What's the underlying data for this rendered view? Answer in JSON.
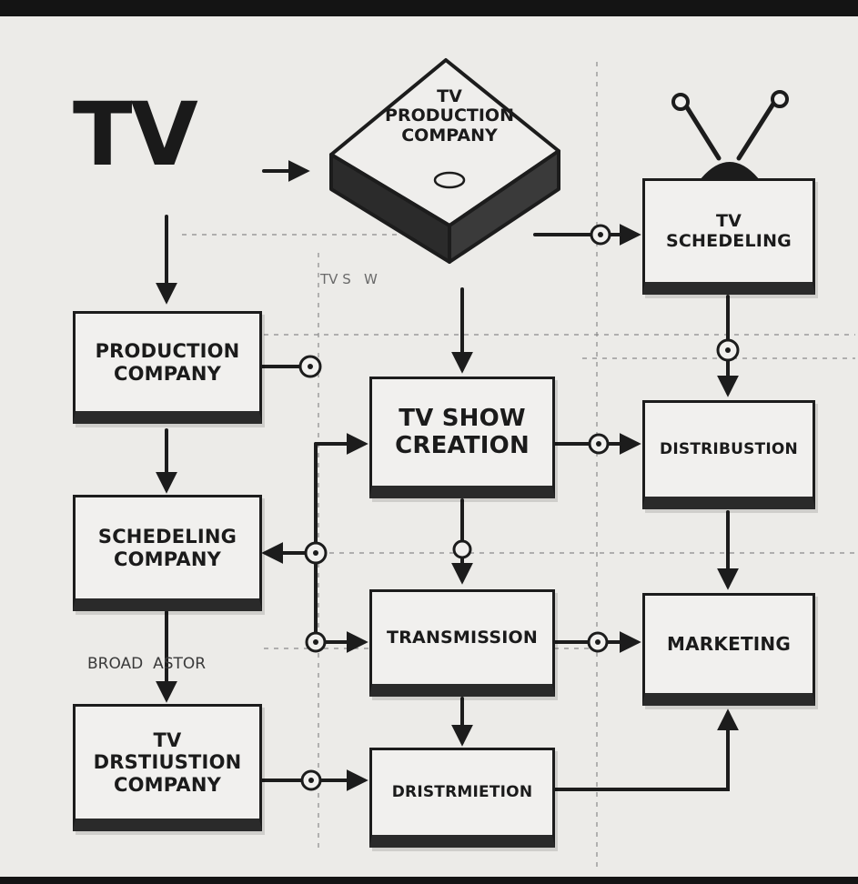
{
  "title": "TV",
  "top_node": "TV\nPRODUCTION\nCOMPANY",
  "nodes": {
    "production_company": "PRODUCTION\nCOMPANY",
    "scheduling_company": "SCHEDELING\nCOMPANY",
    "distribution_company": "TV\nDRSTIUSTION\nCOMPANY",
    "tv_show_creation": "TV SHOW\nCREATION",
    "transmission": "TRANSMISSION",
    "distribution_bottom": "DRISTRMIETION",
    "tv_scheduling": "TV\nSCHEDELING",
    "distribution_right": "DISTRIBUSTION",
    "marketing": "MARKETING"
  },
  "labels": {
    "tv_show": "TV S   W",
    "broadcastor": "BROAD  ASTOR"
  },
  "colors": {
    "background": "#ecebe8",
    "frame": "#141414",
    "ink": "#1c1c1c",
    "box_fill": "#f1f0ee"
  }
}
